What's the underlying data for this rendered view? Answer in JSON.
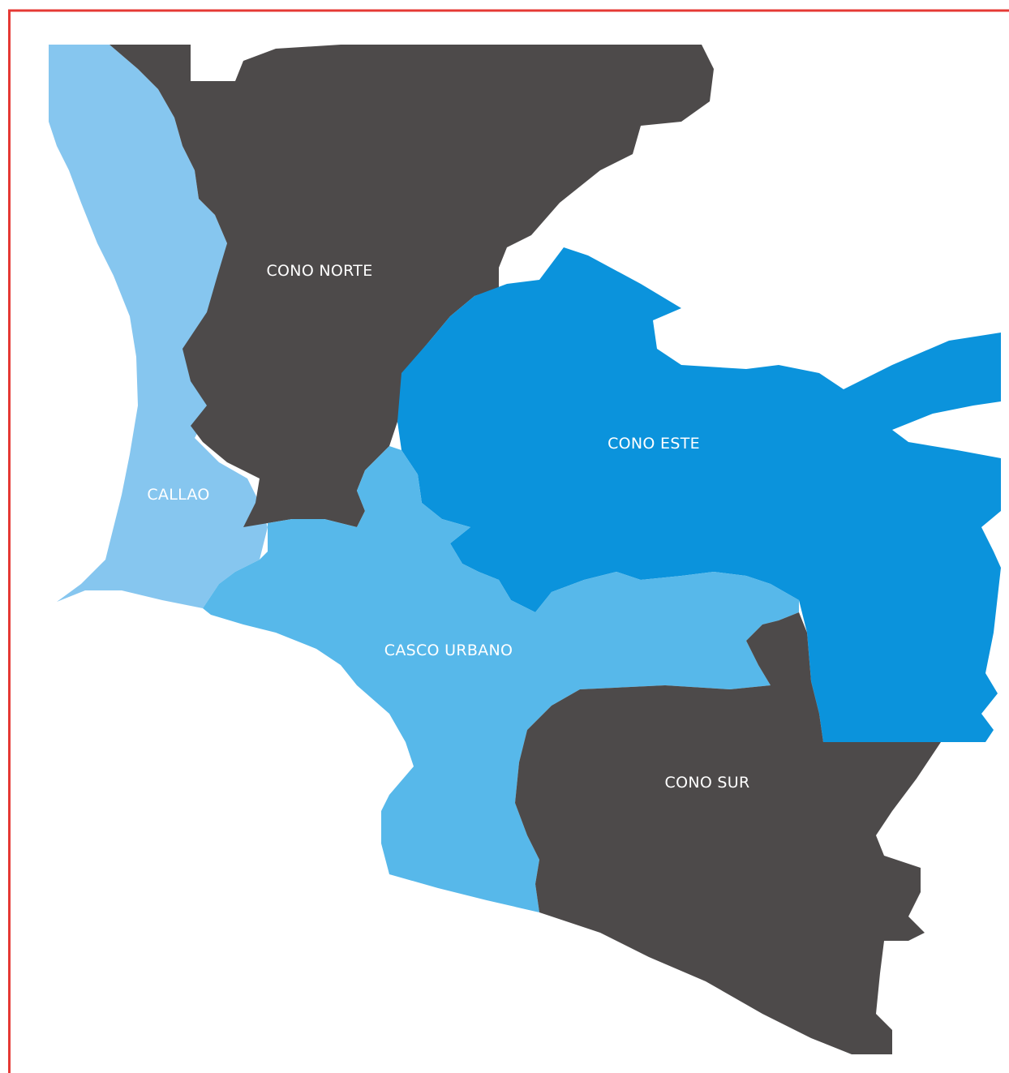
{
  "map": {
    "frame_color": "#e53935",
    "ocean_color": "#ffffff",
    "regions": [
      {
        "id": "cono-norte",
        "label": "CONO NORTE",
        "color": "#4d4a4a"
      },
      {
        "id": "cono-este",
        "label": "CONO ESTE",
        "color": "#0b93dc"
      },
      {
        "id": "callao",
        "label": "CALLAO",
        "color": "#86c6ef"
      },
      {
        "id": "casco-urbano",
        "label": "CASCO URBANO",
        "color": "#57b8ea"
      },
      {
        "id": "cono-sur",
        "label": "CONO SUR",
        "color": "#4d4a4a"
      }
    ]
  }
}
